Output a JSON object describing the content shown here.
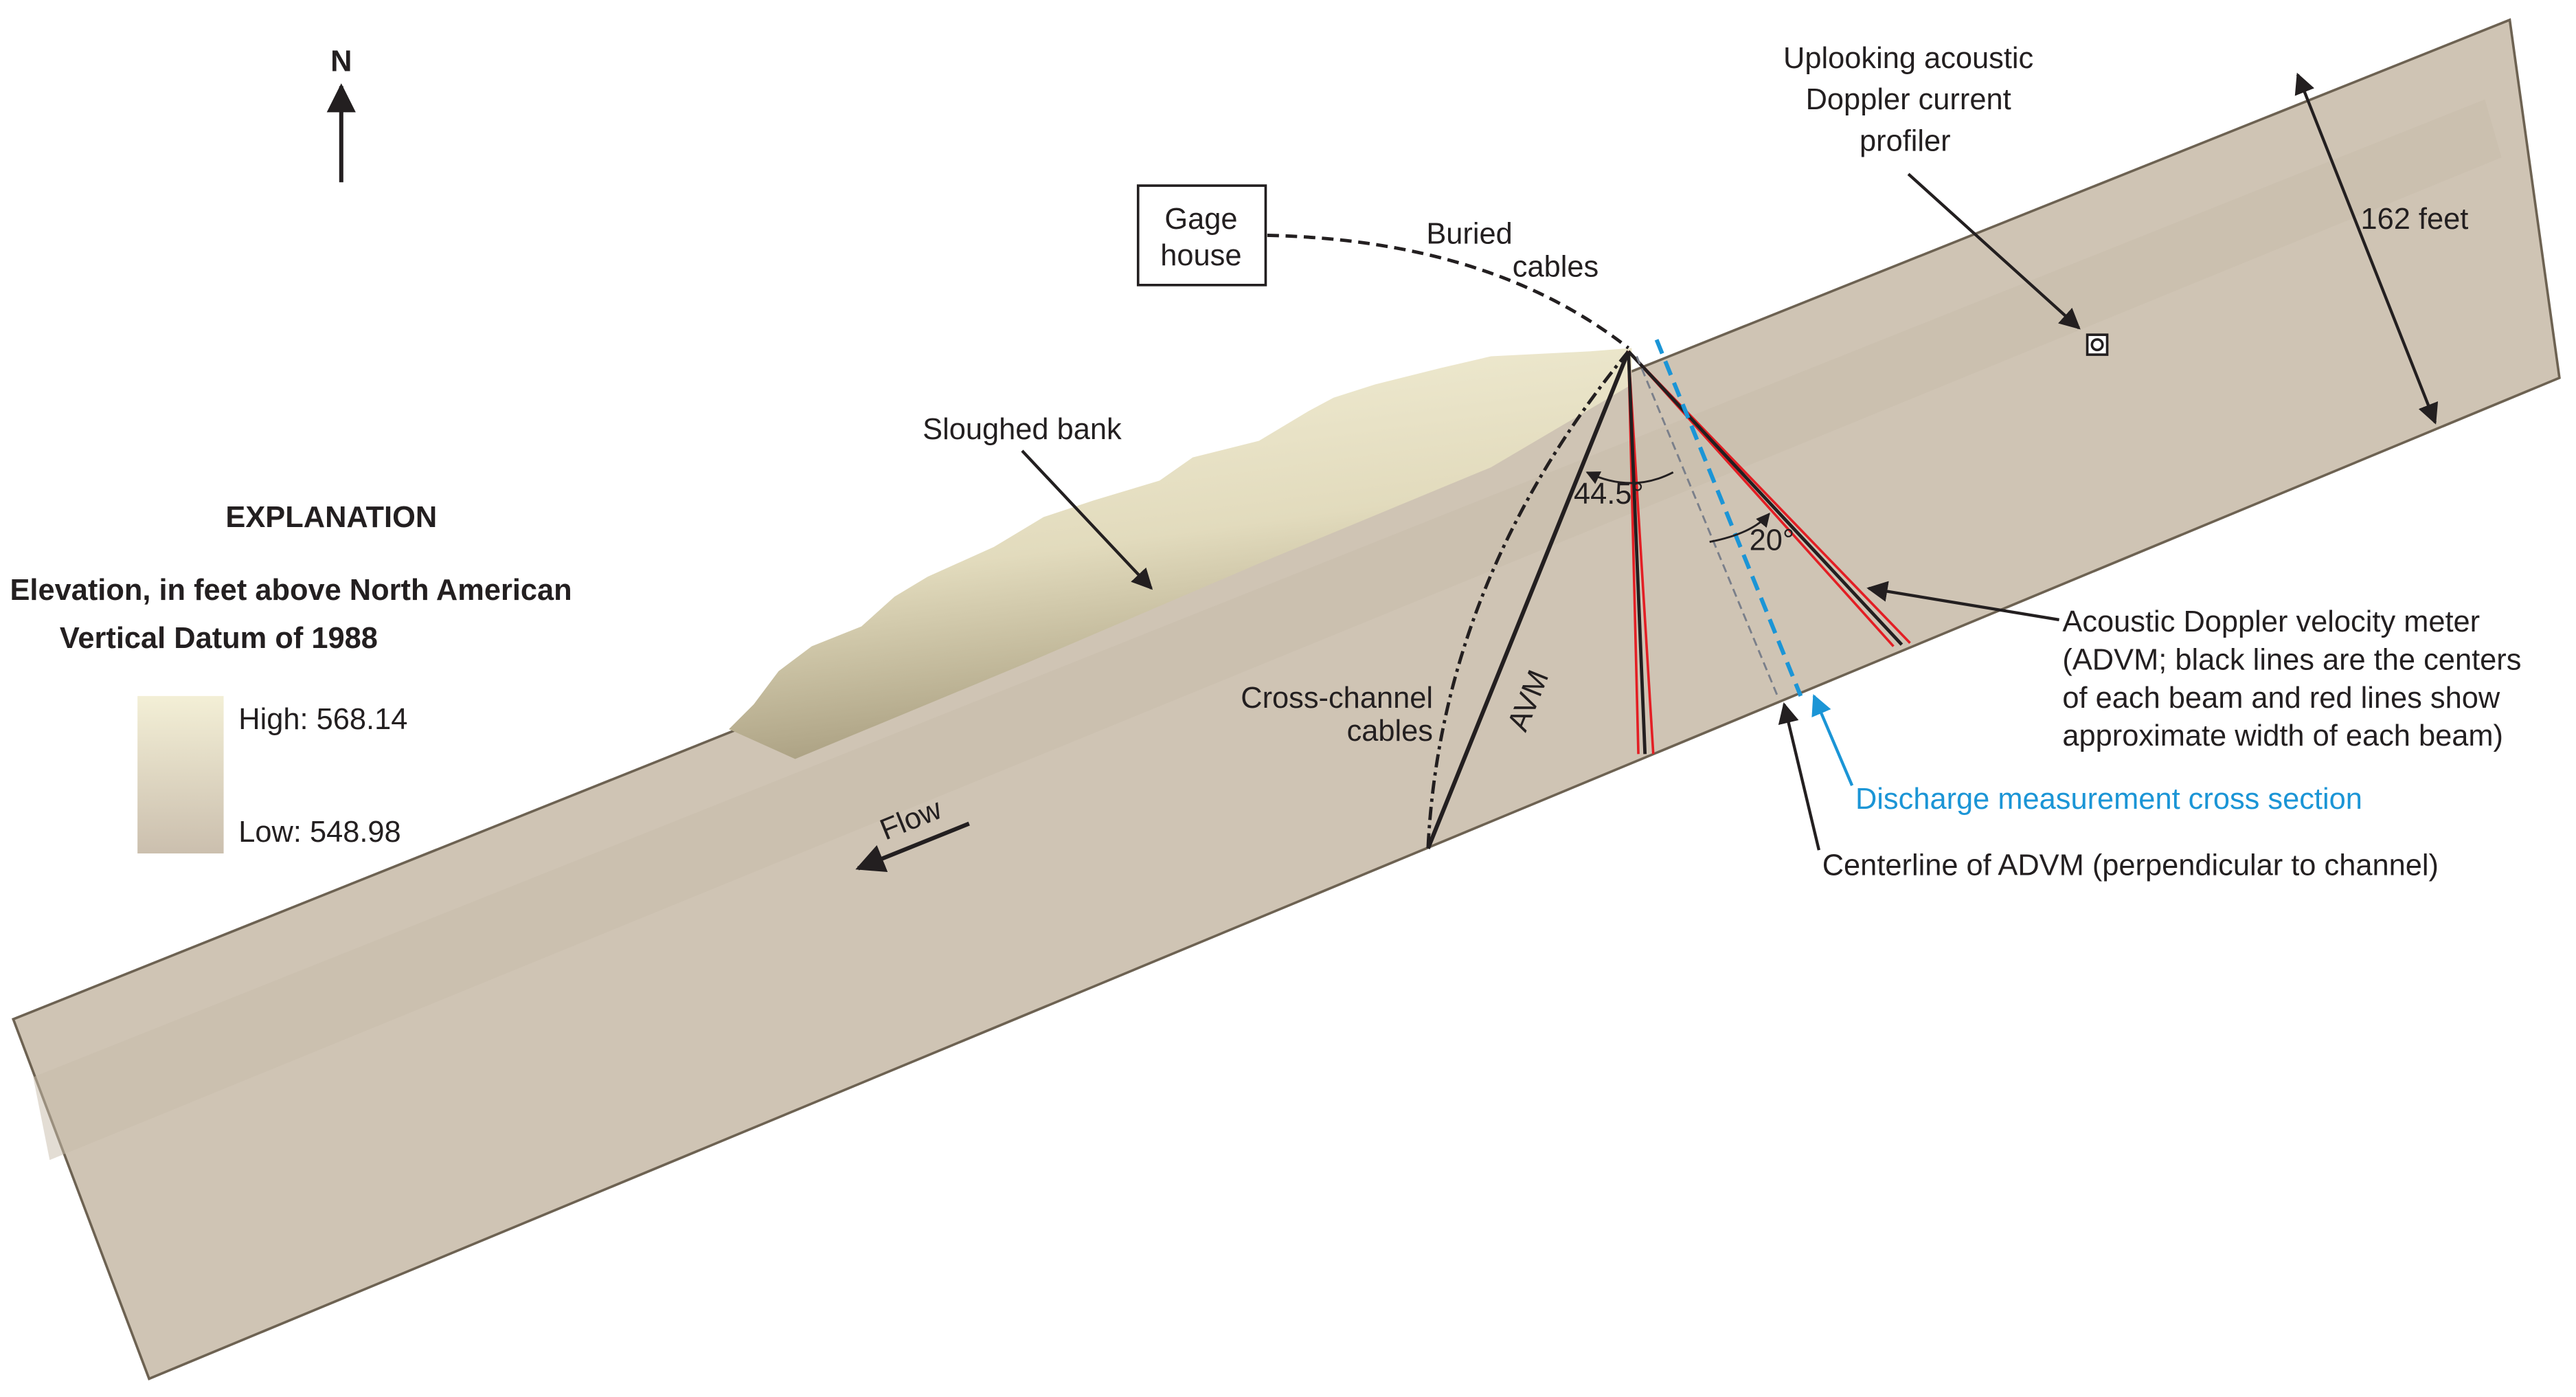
{
  "north_label": "N",
  "explanation": {
    "title": "EXPLANATION",
    "subtitle_line1": "Elevation, in feet above North American",
    "subtitle_line2": "Vertical Datum of 1988",
    "high_label": "High: 568.14",
    "low_label": "Low: 548.98",
    "high_value": 568.14,
    "low_value": 548.98,
    "high_color": "#f3efd6",
    "low_color": "#cbbfae"
  },
  "labels": {
    "gage_house_line1": "Gage",
    "gage_house_line2": "house",
    "buried_cables_line1": "Buried",
    "buried_cables_line2": "cables",
    "sloughed_bank": "Sloughed bank",
    "adcp_line1": "Uplooking acoustic",
    "adcp_line2": "Doppler current",
    "adcp_line3": "profiler",
    "width": "162 feet",
    "angle_1": "44.5°",
    "angle_2": "20°",
    "avm": "AVM",
    "cross_channel_line1": "Cross-channel",
    "cross_channel_line2": "cables",
    "flow": "Flow",
    "advm_line1": "Acoustic Doppler velocity meter",
    "advm_line2": "(ADVM; black lines are the centers",
    "advm_line3": "of each beam and red lines show",
    "advm_line4": "approximate width of each beam)",
    "discharge": "Discharge measurement cross section",
    "centerline": "Centerline of ADVM (perpendicular to channel)"
  },
  "colors": {
    "channel": "#cfc4b4",
    "bank": "#f1ecd2",
    "beam_edge": "#e31e24",
    "discharge": "#1b95d6"
  }
}
